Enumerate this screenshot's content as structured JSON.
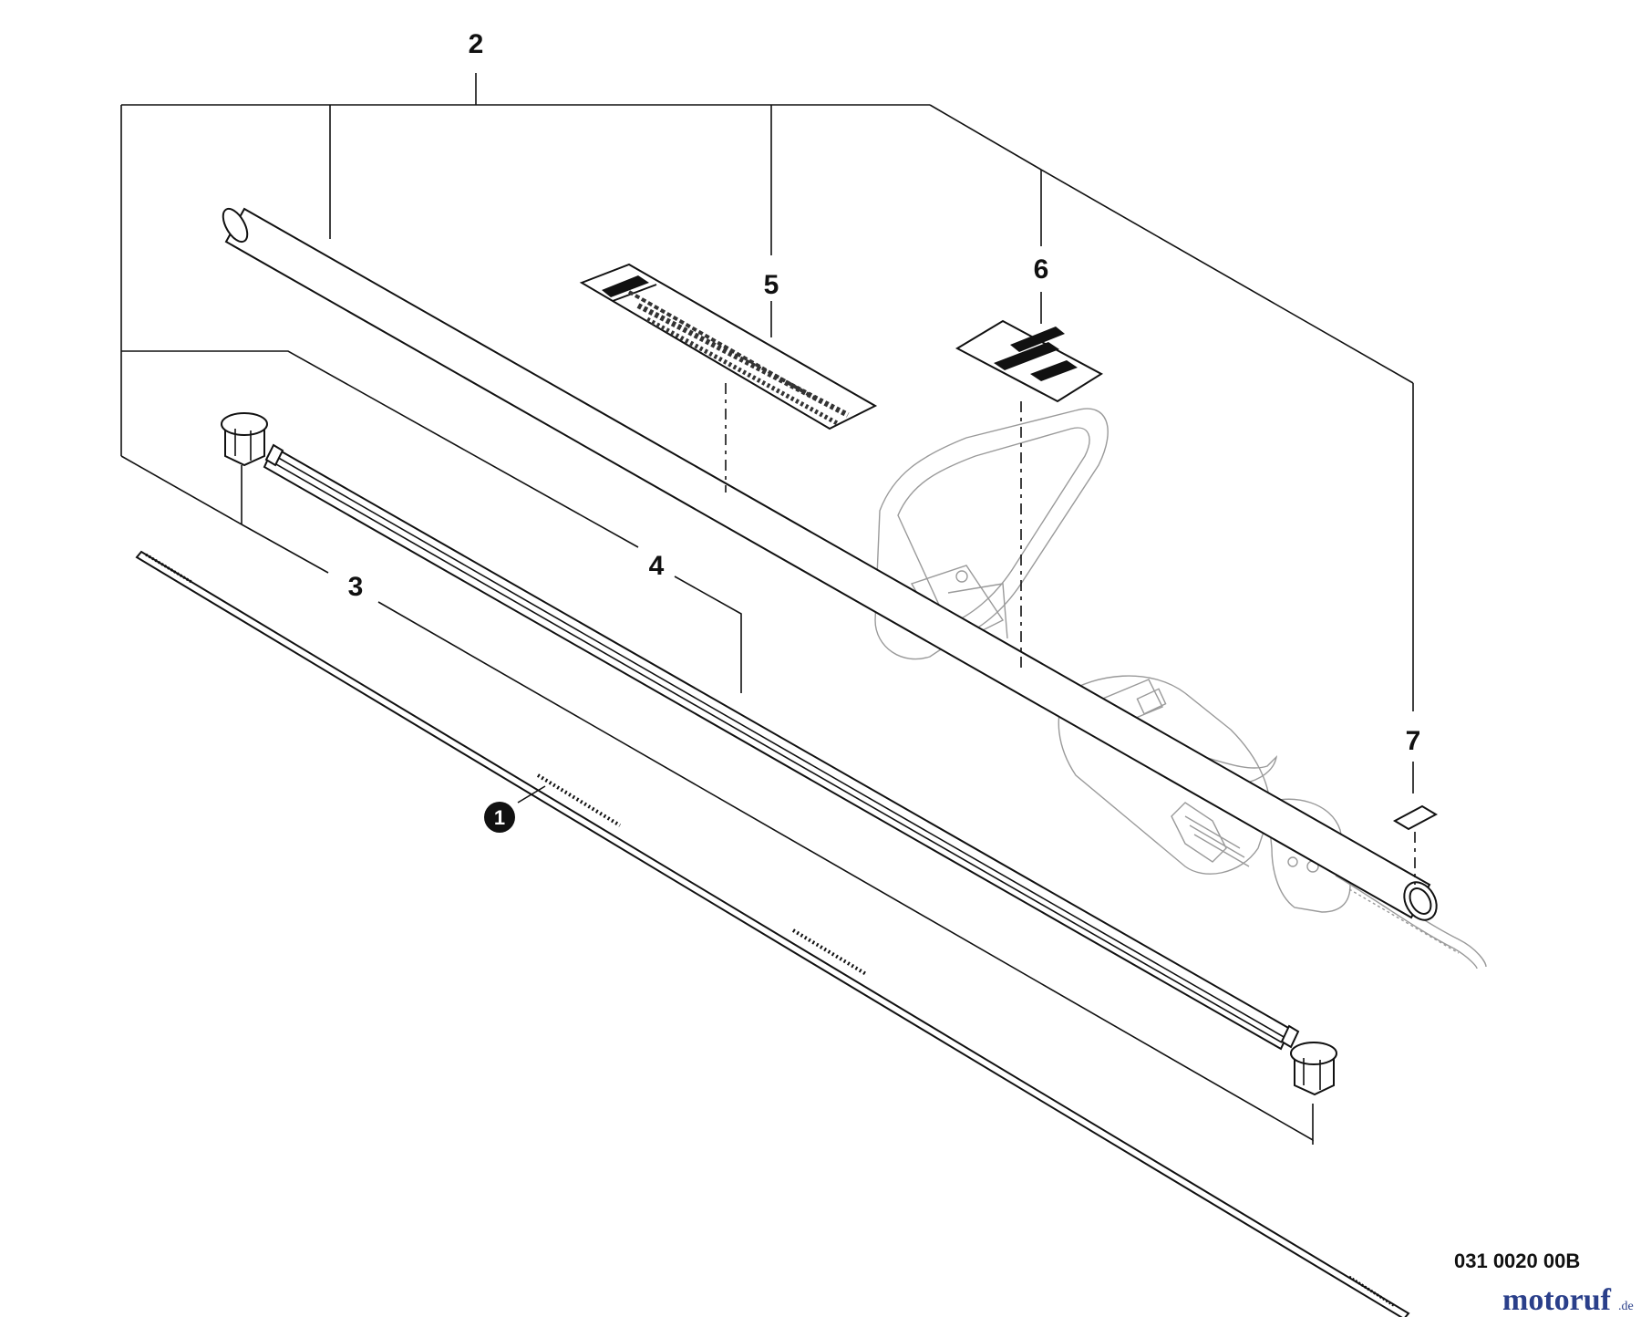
{
  "diagram": {
    "callouts": [
      "2",
      "5",
      "6",
      "3",
      "4",
      "7",
      "1"
    ],
    "drawing_number": "031 0020 00B",
    "watermark": {
      "name": "motoruf",
      "tld": ".de"
    },
    "colors": {
      "line": "#111111",
      "ghost": "#9a9a9a",
      "brand": "#2a3f8a",
      "brand_accent": "#e07a1a"
    }
  }
}
